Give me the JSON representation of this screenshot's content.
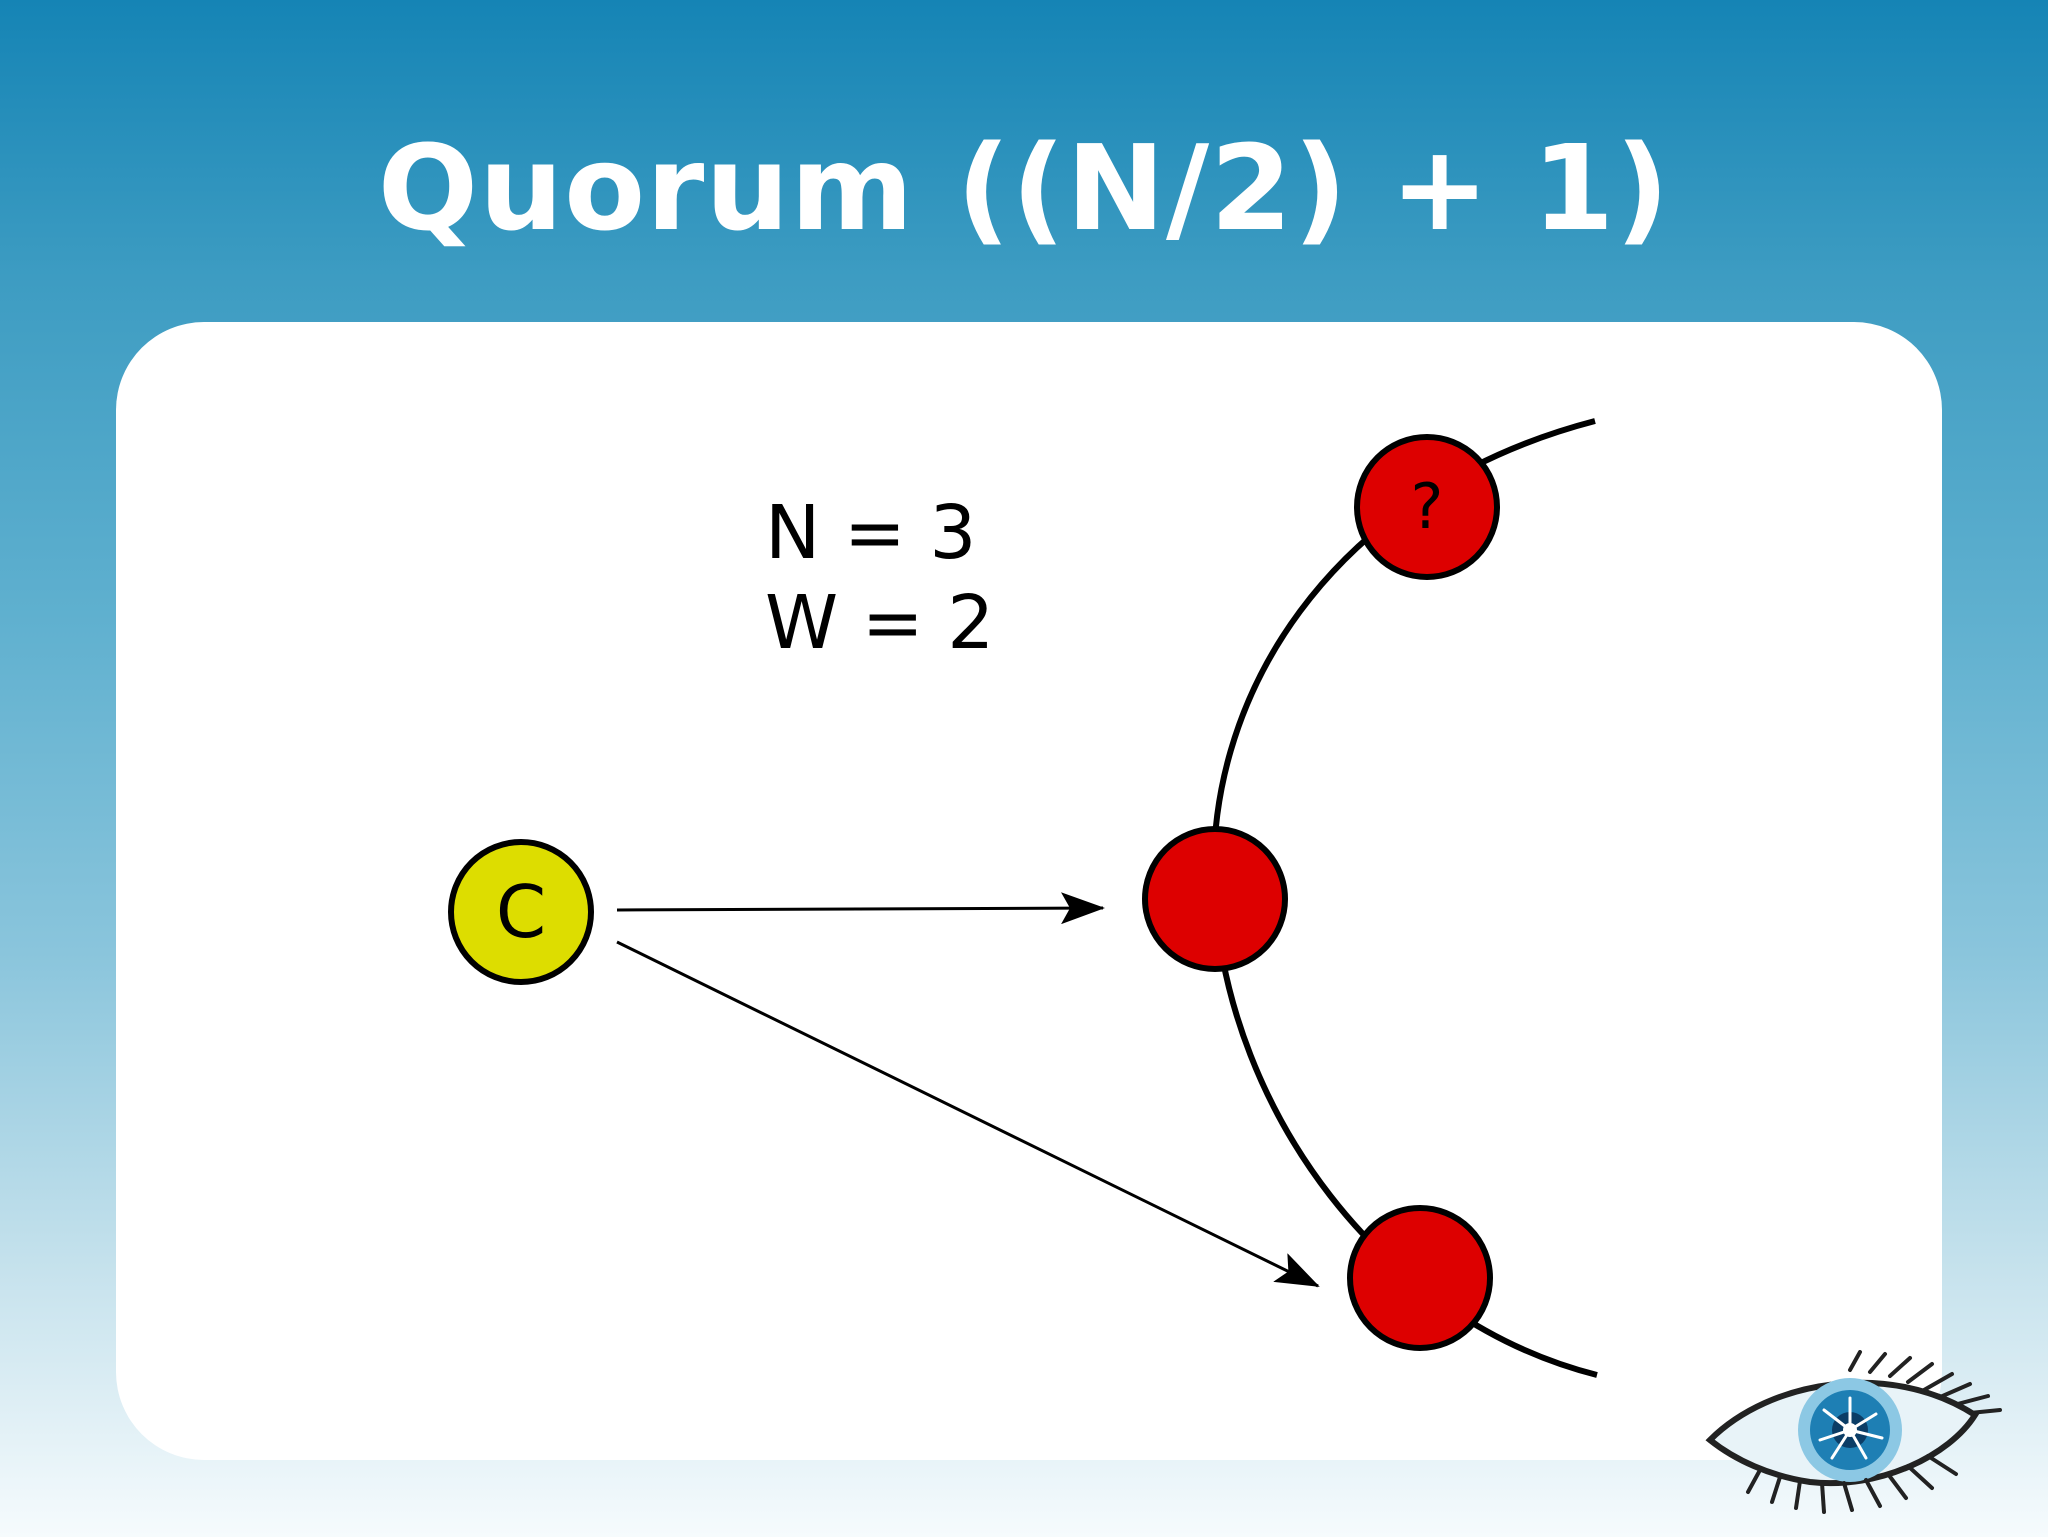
{
  "slide": {
    "title": "Quorum ((N/2) + 1)"
  },
  "params": {
    "n_label": "N = 3",
    "w_label": "W = 2"
  },
  "nodes": {
    "client_label": "C",
    "unknown_label": "?"
  },
  "colors": {
    "replica_fill": "#dd0000",
    "client_fill": "#dddd00",
    "title_text": "#ffffff",
    "background_top": "#1584b5",
    "background_bottom": "#f6fbfd"
  },
  "logo": {
    "icon": "eye-logo-icon"
  }
}
